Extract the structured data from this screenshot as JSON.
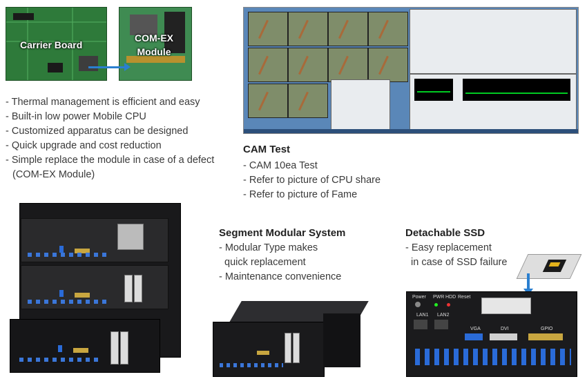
{
  "photos": {
    "carrier_board_label": "Carrier Board",
    "com_ex_label_line1": "COM-EX",
    "com_ex_label_line2": "Module"
  },
  "features": [
    "- Thermal management is efficient and easy",
    "- Built-in low power Mobile CPU",
    "- Customized apparatus can be designed",
    "- Quick upgrade and cost reduction",
    "- Simple replace the module in case of a defect",
    "(COM-EX Module)"
  ],
  "cam_test": {
    "title": "CAM Test",
    "items": [
      "- CAM 10ea Test",
      "- Refer to picture of CPU share",
      "- Refer to picture of Fame"
    ]
  },
  "segment": {
    "title": "Segment Modular System",
    "items": [
      "- Modular Type makes",
      "quick replacement",
      "- Maintenance convenience"
    ]
  },
  "ssd": {
    "title": "Detachable SSD",
    "items": [
      "- Easy replacement",
      "in case of SSD failure"
    ]
  },
  "panel_labels": {
    "power": "Power",
    "pwr": "PWR",
    "hdd": "HDD",
    "reset": "Reset",
    "vga": "VGA",
    "dvi": "DVI",
    "gpio": "GPIO",
    "lan1": "LAN1",
    "lan2": "LAN2"
  },
  "colors": {
    "pcb_green": "#2e7a3a",
    "arrow_blue": "#2a7fd0",
    "port_blue": "#2a6bd8"
  }
}
